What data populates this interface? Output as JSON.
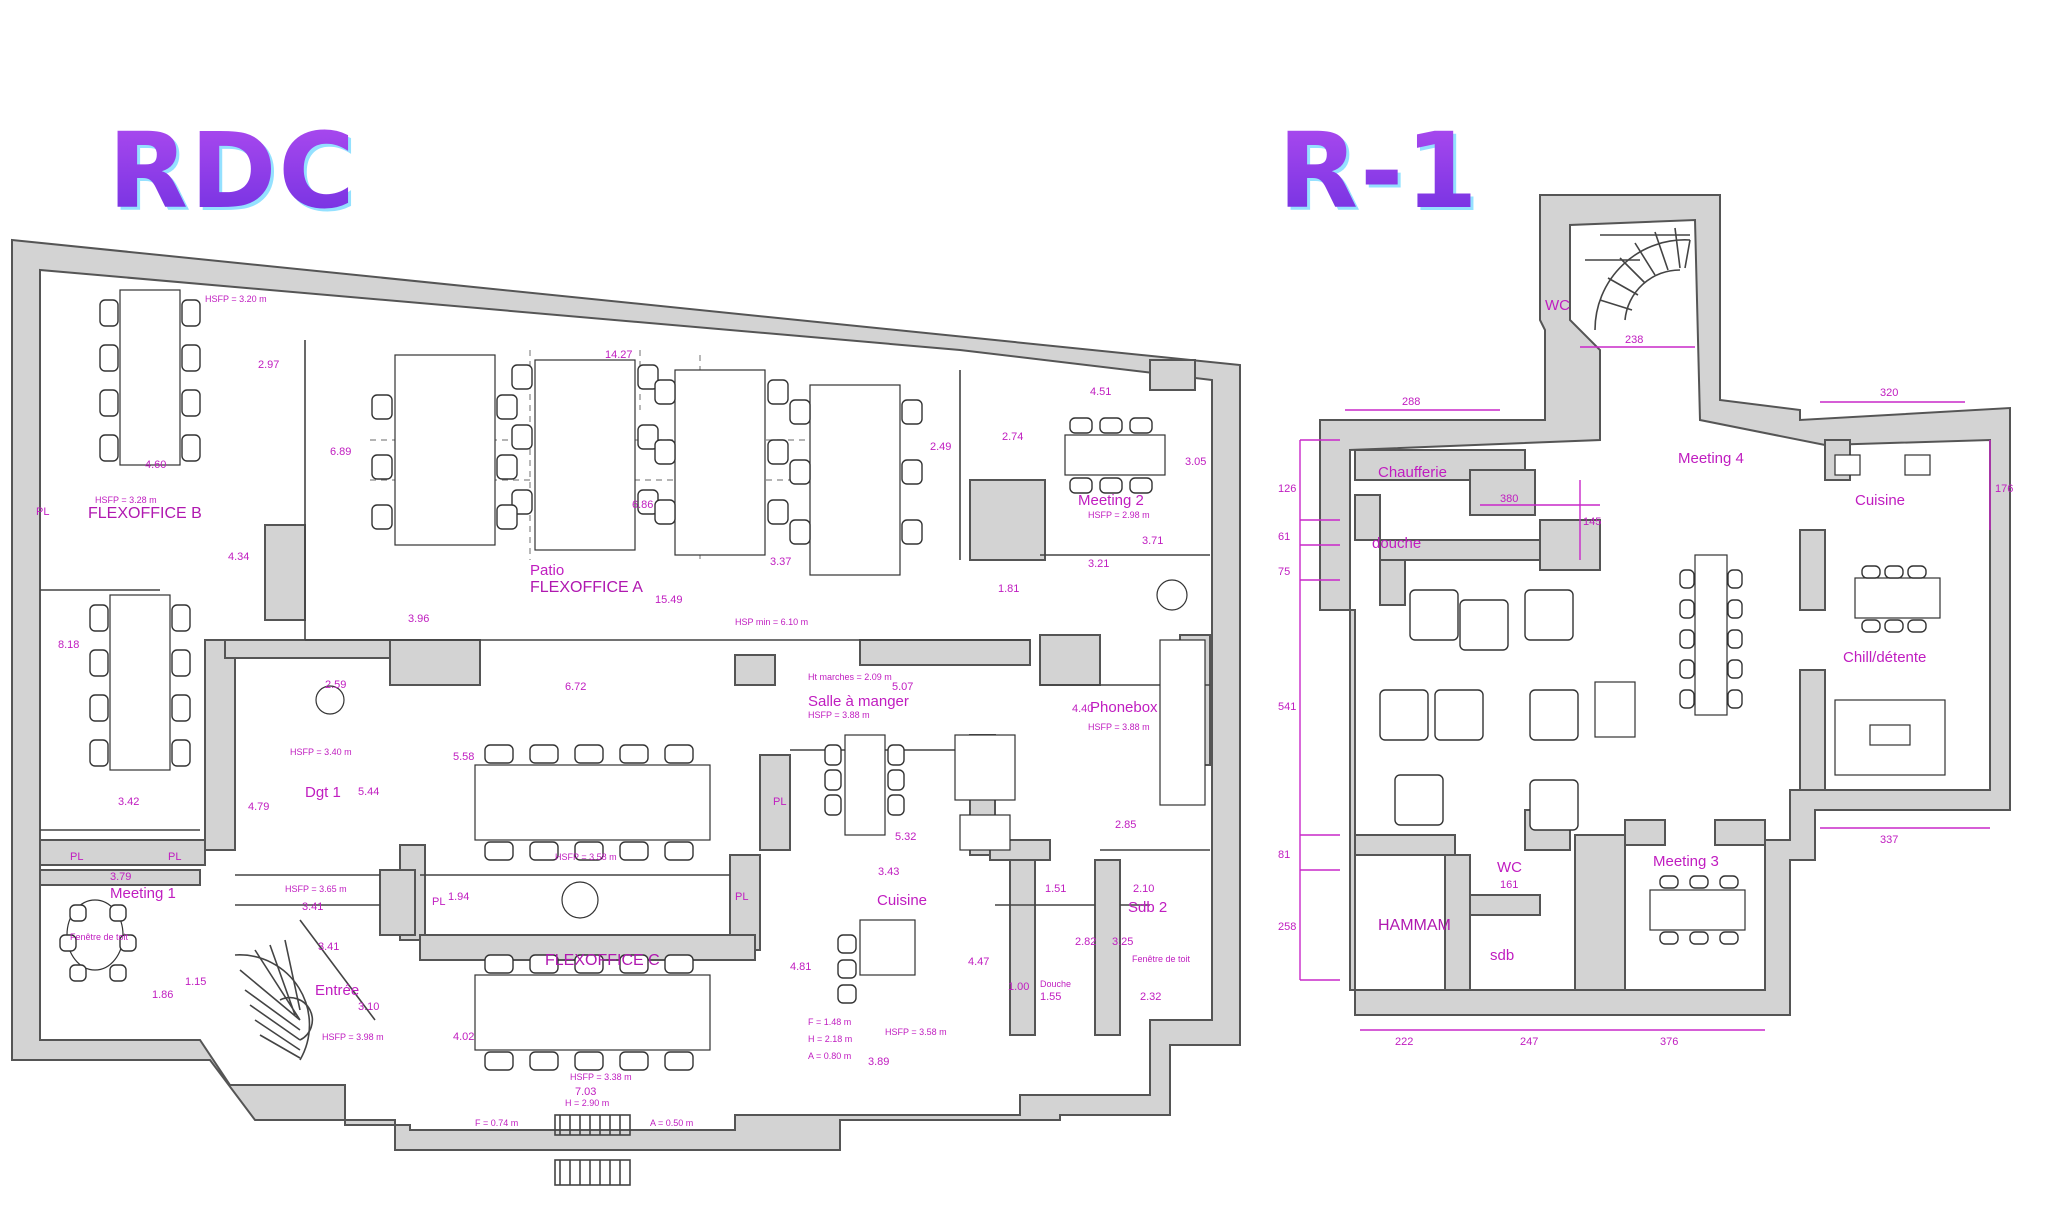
{
  "floors": [
    {
      "title": "RDC"
    },
    {
      "title": "R-1"
    }
  ],
  "rdc": {
    "rooms": {
      "flexoffice_b": "FLEXOFFICE B",
      "patio": "Patio",
      "flexoffice_a": "FLEXOFFICE A",
      "meeting_2": "Meeting 2",
      "phonebox": "Phonebox",
      "salle_a_manger": "Salle à manger",
      "dgt1": "Dgt 1",
      "meeting_1": "Meeting 1",
      "entree": "Entrée",
      "flexoffice_c": "FLEXOFFICE C",
      "cuisine": "Cuisine",
      "sdb2": "Sdb 2",
      "douche": "Douche",
      "fenetre_de_toit_1": "Fenêtre de toit",
      "fenetre_de_toit_2": "Fenêtre de toit",
      "pl": "PL"
    },
    "notes": {
      "hsfp_b": "HSFP = 3.28 m",
      "hsfp_top": "HSFP = 3.20 m",
      "hsp_min": "HSP min = 6.10 m",
      "hauteur_marches": "Ht marches = 2.09 m",
      "hsfp_salle": "HSFP = 3.88 m",
      "hsfp_dgt": "HSFP = 3.40 m",
      "hsfp_c1": "HSFP = 3.58 m",
      "hsfp_c2": "HSFP = 3.65 m",
      "hsfp_c3": "HSFP = 3.38 m",
      "hsfp_phone": "HSFP = 3.88 m",
      "hsfp_cuisine": "HSFP = 3.58 m",
      "hsfp_entree": "HSFP = 3.98 m",
      "hsfp_meeting2": "HSFP = 2.98 m",
      "fha_1": "F = 1.48 m",
      "fha_2": "H = 2.18 m",
      "fha_3": "A = 0.80 m",
      "fc_f": "F = 0.74 m",
      "fc_a": "A = 0.50 m",
      "fc_h": "H = 2.90 m"
    },
    "dims": {
      "d1": "2.97",
      "d2": "6.89",
      "d3": "4.34",
      "d4": "4.60",
      "d5": "8.18",
      "d6": "3.42",
      "d7": "3.79",
      "d8": "1.86",
      "d9": "1.15",
      "d10": "4.79",
      "d11": "5.44",
      "d12": "3.41",
      "d13": "3.41",
      "d14": "3.10",
      "d15": "3.96",
      "d16": "15.49",
      "d17": "6.72",
      "d18": "5.07",
      "d19": "14.27",
      "d20": "6.86",
      "d21": "3.37",
      "d22": "2.49",
      "d23": "4.51",
      "d24": "2.74",
      "d25": "3.05",
      "d26": "3.71",
      "d27": "3.21",
      "d28": "1.81",
      "d29": "4.40",
      "d30": "2.85",
      "d31": "2.10",
      "d32": "1.51",
      "d33": "2.82",
      "d34": "3.25",
      "d35": "1.00",
      "d36": "1.55",
      "d37": "2.32",
      "d38": "4.47",
      "d39": "4.81",
      "d40": "5.32",
      "d41": "3.43",
      "d42": "3.89",
      "d43": "7.03",
      "d44": "1.94",
      "d45": "5.58",
      "d46": "4.02",
      "d47": "2.59"
    }
  },
  "r1": {
    "rooms": {
      "wc_top": "WC",
      "chaufferie": "Chaufferie",
      "douche": "douche",
      "meeting_4": "Meeting 4",
      "cuisine": "Cuisine",
      "chill": "Chill/détente",
      "meeting_3": "Meeting 3",
      "wc_bottom": "WC",
      "hammam": "HAMMAM",
      "sdb": "sdb"
    },
    "dims": {
      "top_238": "238",
      "top_288": "288",
      "top_320": "320",
      "mid_380": "380",
      "mid_145": "145",
      "mid_161": "161",
      "right_337": "337",
      "bot_222": "222",
      "bot_247": "247",
      "bot_376": "376",
      "left_126": "126",
      "left_61": "61",
      "left_75": "75",
      "left_541": "541",
      "left_81": "81",
      "left_258": "258",
      "right_176": "176"
    }
  }
}
